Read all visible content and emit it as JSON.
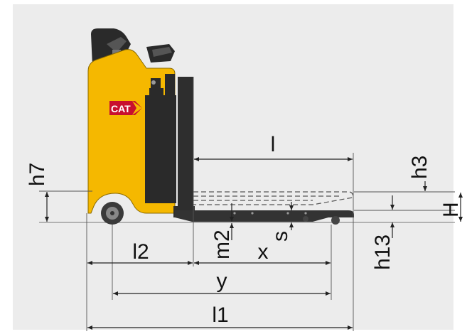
{
  "colors": {
    "background": "#ececec",
    "truck_yellow": "#f5b800",
    "truck_dark": "#2a2a2a",
    "fork_dark": "#333333",
    "logo_red": "#c8102e"
  },
  "logo": {
    "brand": "CAT"
  },
  "dimensions": {
    "l": "l",
    "l1": "l1",
    "l2": "l2",
    "x": "x",
    "y": "y",
    "m2": "m2",
    "s": "s",
    "h3": "h3",
    "h7": "h7",
    "h13": "h13",
    "H": "H"
  }
}
